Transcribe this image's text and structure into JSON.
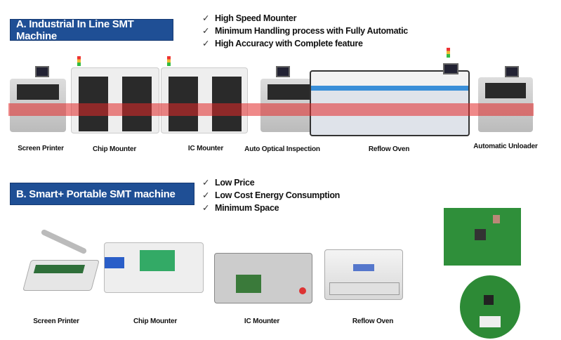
{
  "section_a": {
    "title": "A. Industrial In Line SMT Machine",
    "features": [
      "High Speed Mounter",
      "Minimum Handling process with Fully Automatic",
      "High Accuracy with Complete feature"
    ],
    "machines": [
      "Screen Printer",
      "Chip Mounter",
      "IC Mounter",
      "Auto Optical Inspection",
      "Reflow Oven",
      "Automatic Unloader"
    ]
  },
  "section_b": {
    "title": "B. Smart+ Portable SMT machine",
    "features": [
      "Low Price",
      "Low Cost Energy Consumption",
      "Minimum Space"
    ],
    "machines": [
      "Screen Printer",
      "Chip Mounter",
      "IC Mounter",
      "Reflow Oven"
    ]
  },
  "check_symbol": "✓",
  "colors": {
    "header": "#1f4f95",
    "band": "#e12828",
    "pcb": "#2f8f3a"
  }
}
